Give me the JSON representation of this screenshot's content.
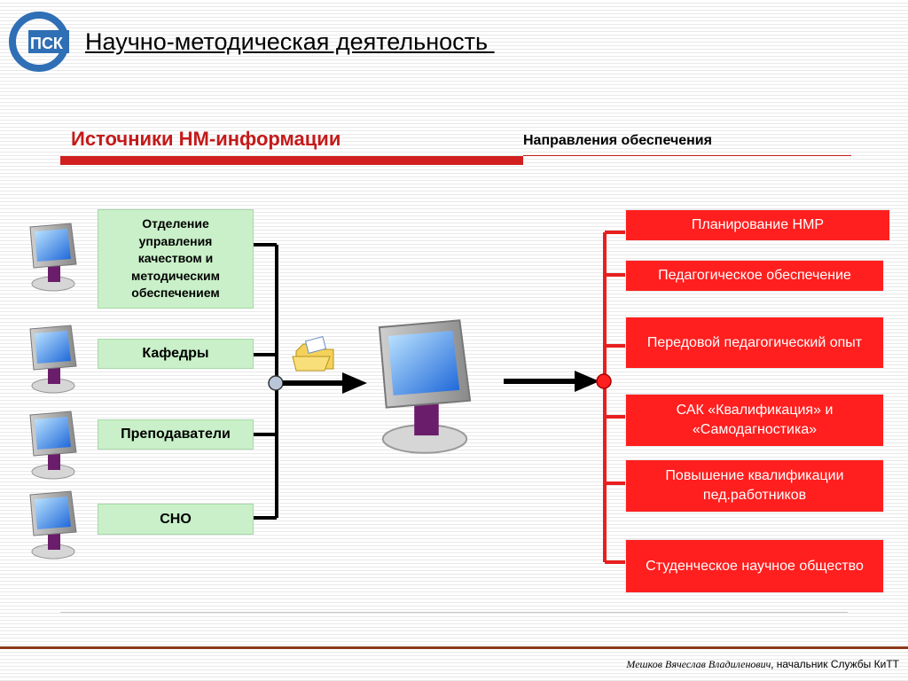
{
  "header": {
    "title": "Научно-методическая деятельность ",
    "logo_text": "ПСК"
  },
  "subheader": {
    "left": "Источники НМ-информации",
    "right": "Направления обеспечения"
  },
  "sources": [
    {
      "label": "Отделение управления качеством и методическим обеспечением"
    },
    {
      "label": "Кафедры"
    },
    {
      "label": "Преподаватели"
    },
    {
      "label": "СНО"
    }
  ],
  "directions": [
    {
      "label": "Планирование НМР"
    },
    {
      "label": "Педагогическое обеспечение"
    },
    {
      "label": "Передовой педагогический опыт"
    },
    {
      "label": "САК «Квалификация» и «Самодагностика»"
    },
    {
      "label": "Повышение квалификации пед.работников"
    },
    {
      "label": "Студенческое научное общество"
    }
  ],
  "footer": {
    "author": "Мешков Вячеслав Владиленович,",
    "position": " начальник Службы КиТТ"
  },
  "colors": {
    "accent_red": "#d11f1f",
    "box_red": "#ff1f1f",
    "box_green": "#c9f0c9"
  }
}
